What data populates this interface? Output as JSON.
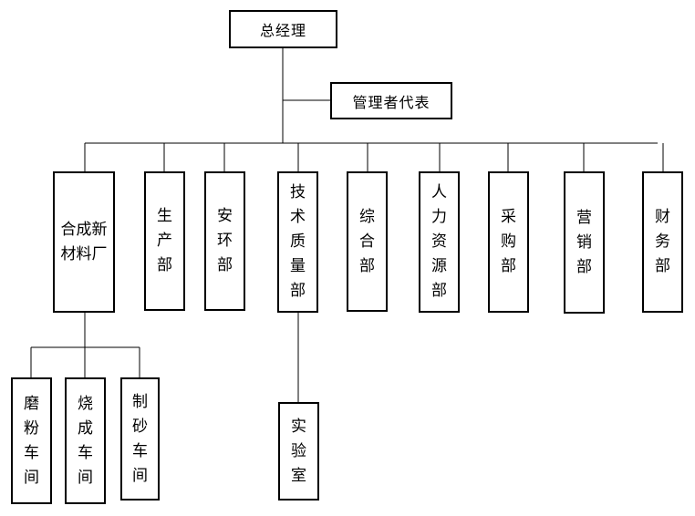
{
  "chart": {
    "root": "总经理",
    "rep": "管理者代表",
    "depts": {
      "plant": "合成新材料厂",
      "production": "生产部",
      "safety": "安环部",
      "tech": "技术质量部",
      "general": "综合部",
      "hr": "人力资源部",
      "purchase": "采购部",
      "sales": "营销部",
      "finance": "财务部"
    },
    "workshops": {
      "grinding": "磨粉车间",
      "firing": "烧成车间",
      "sand": "制砂车间"
    },
    "lab": "实验室"
  }
}
